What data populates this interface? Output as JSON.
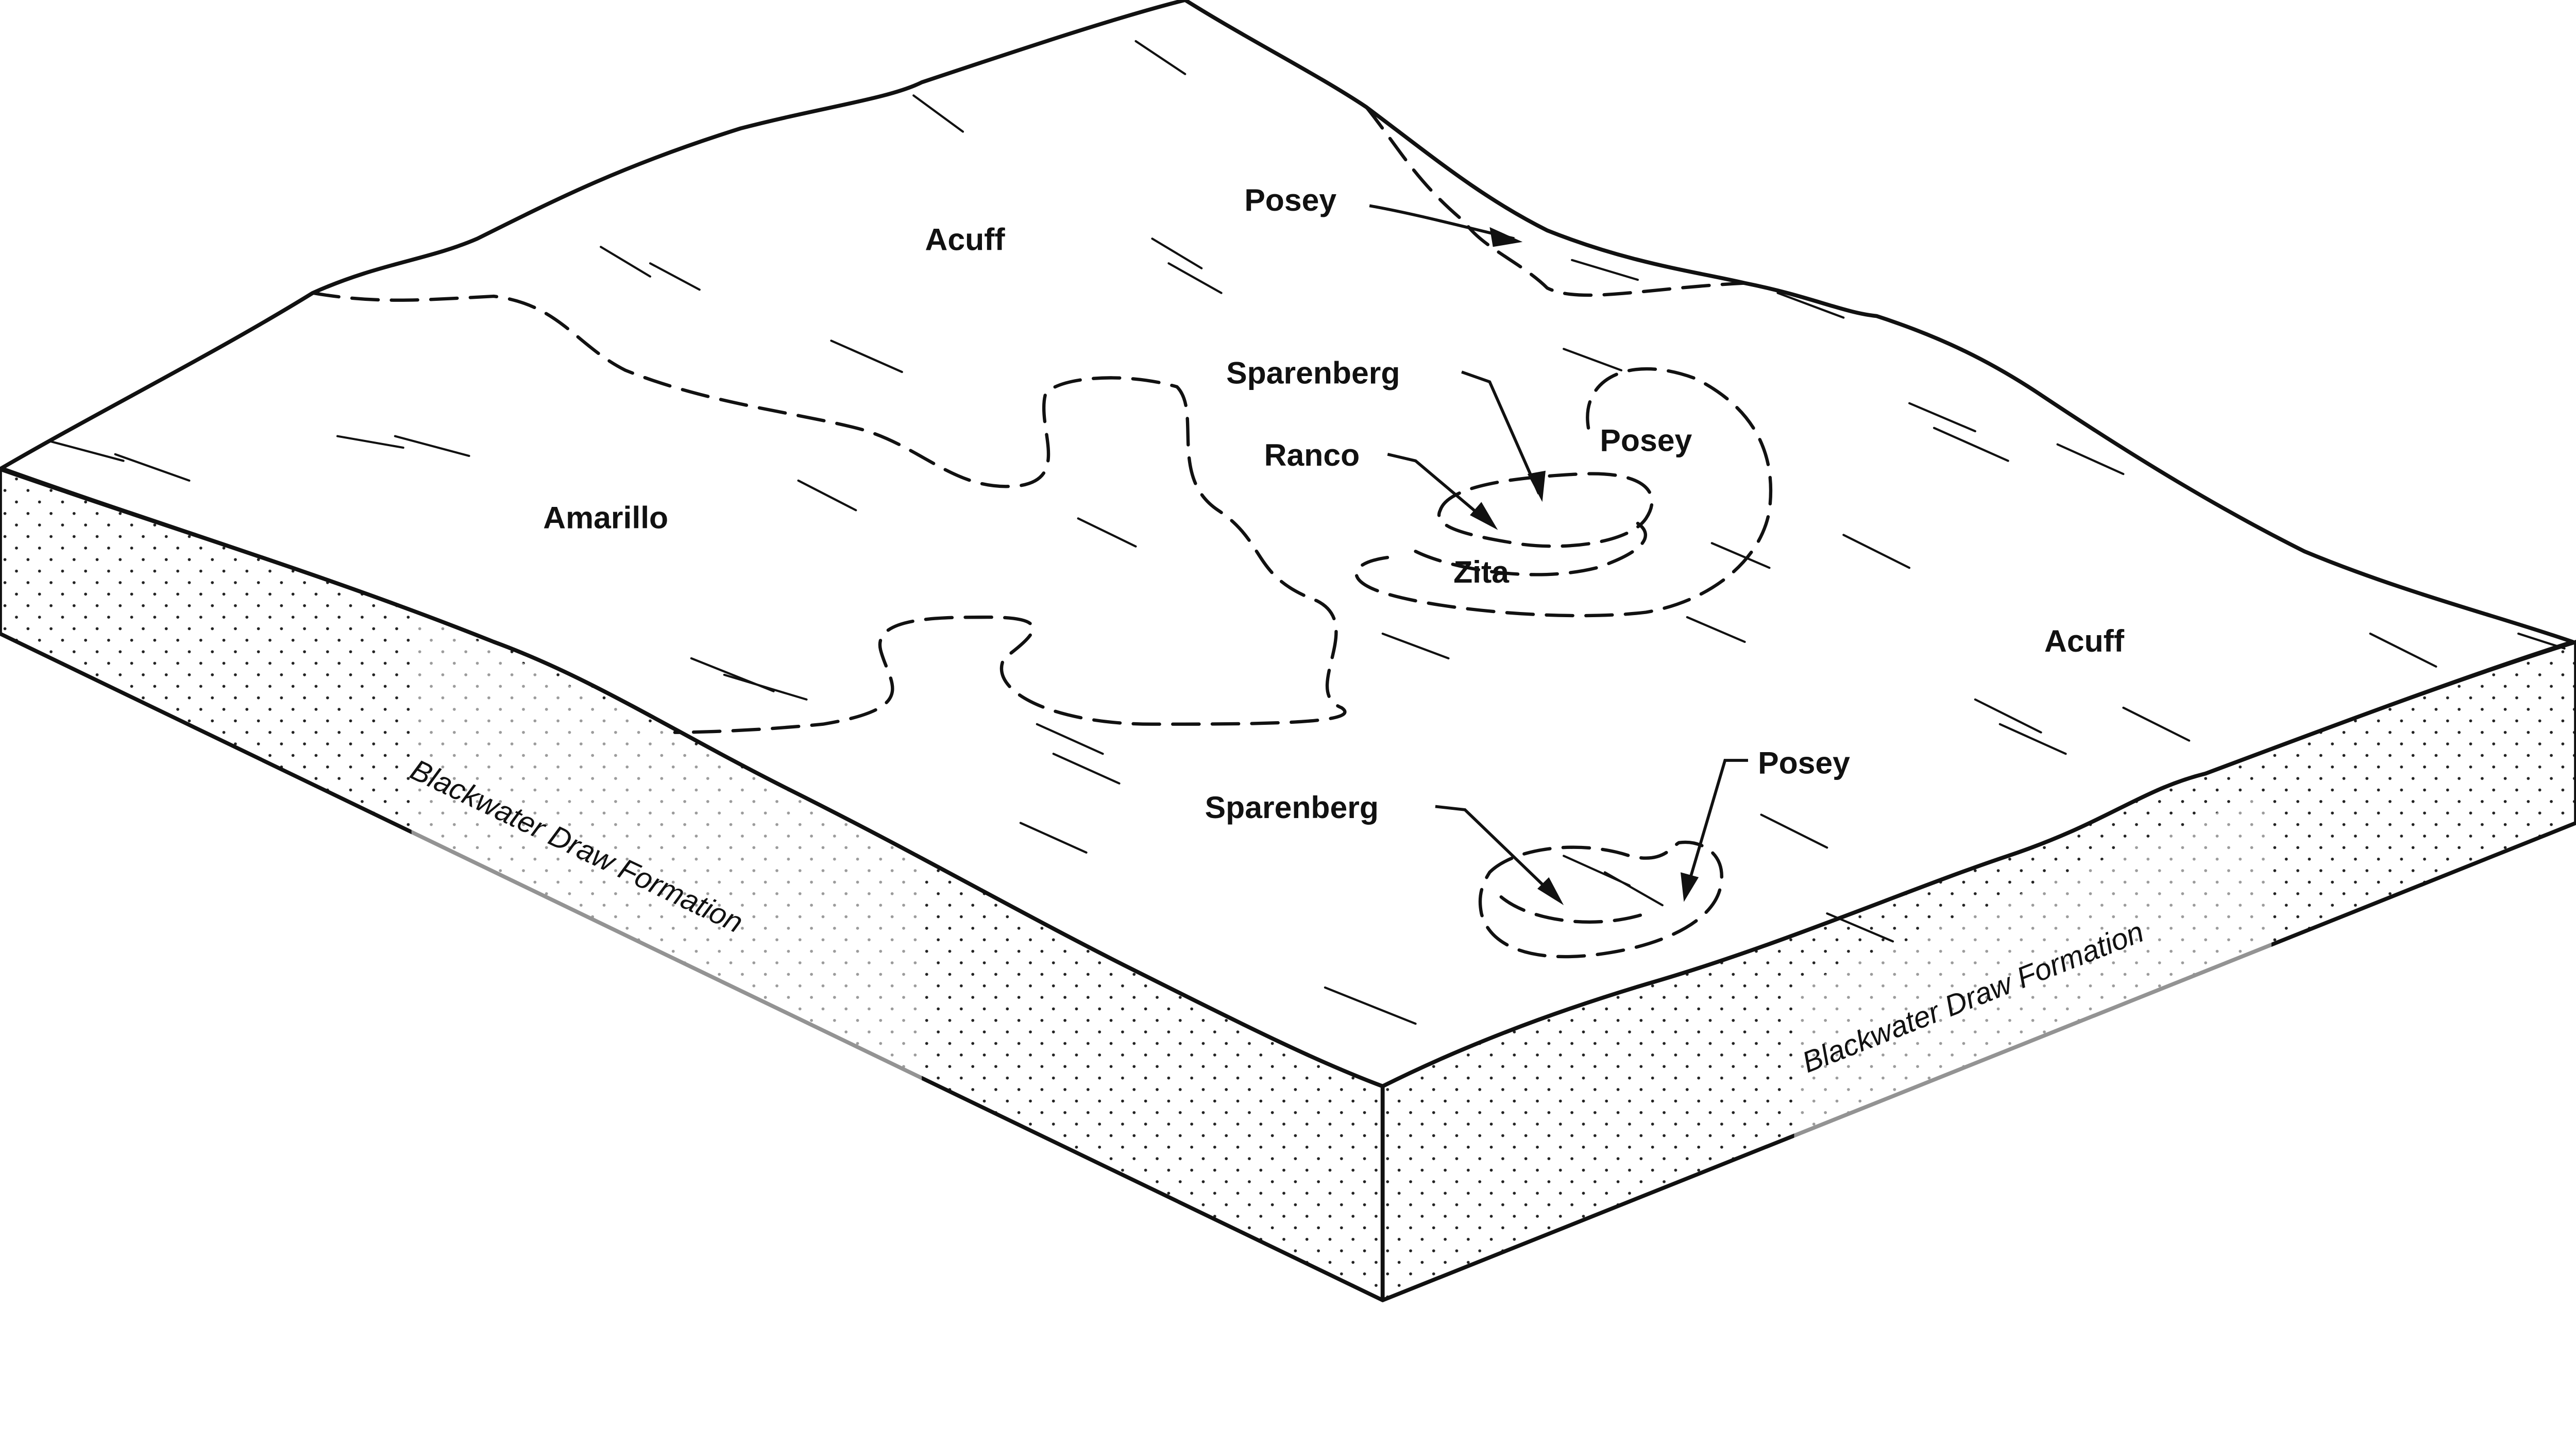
{
  "soil_labels": {
    "acuff_top": "Acuff",
    "acuff_right": "Acuff",
    "amarillo": "Amarillo",
    "posey_top": "Posey",
    "posey_mid": "Posey",
    "posey_bottom": "Posey",
    "sparenberg_mid": "Sparenberg",
    "sparenberg_bottom": "Sparenberg",
    "ranco": "Ranco",
    "zita": "Zita"
  },
  "formation_labels": {
    "left_face": "Blackwater Draw Formation",
    "right_face": "Blackwater Draw Formation"
  },
  "colors": {
    "line": "#111111",
    "background": "#ffffff"
  }
}
